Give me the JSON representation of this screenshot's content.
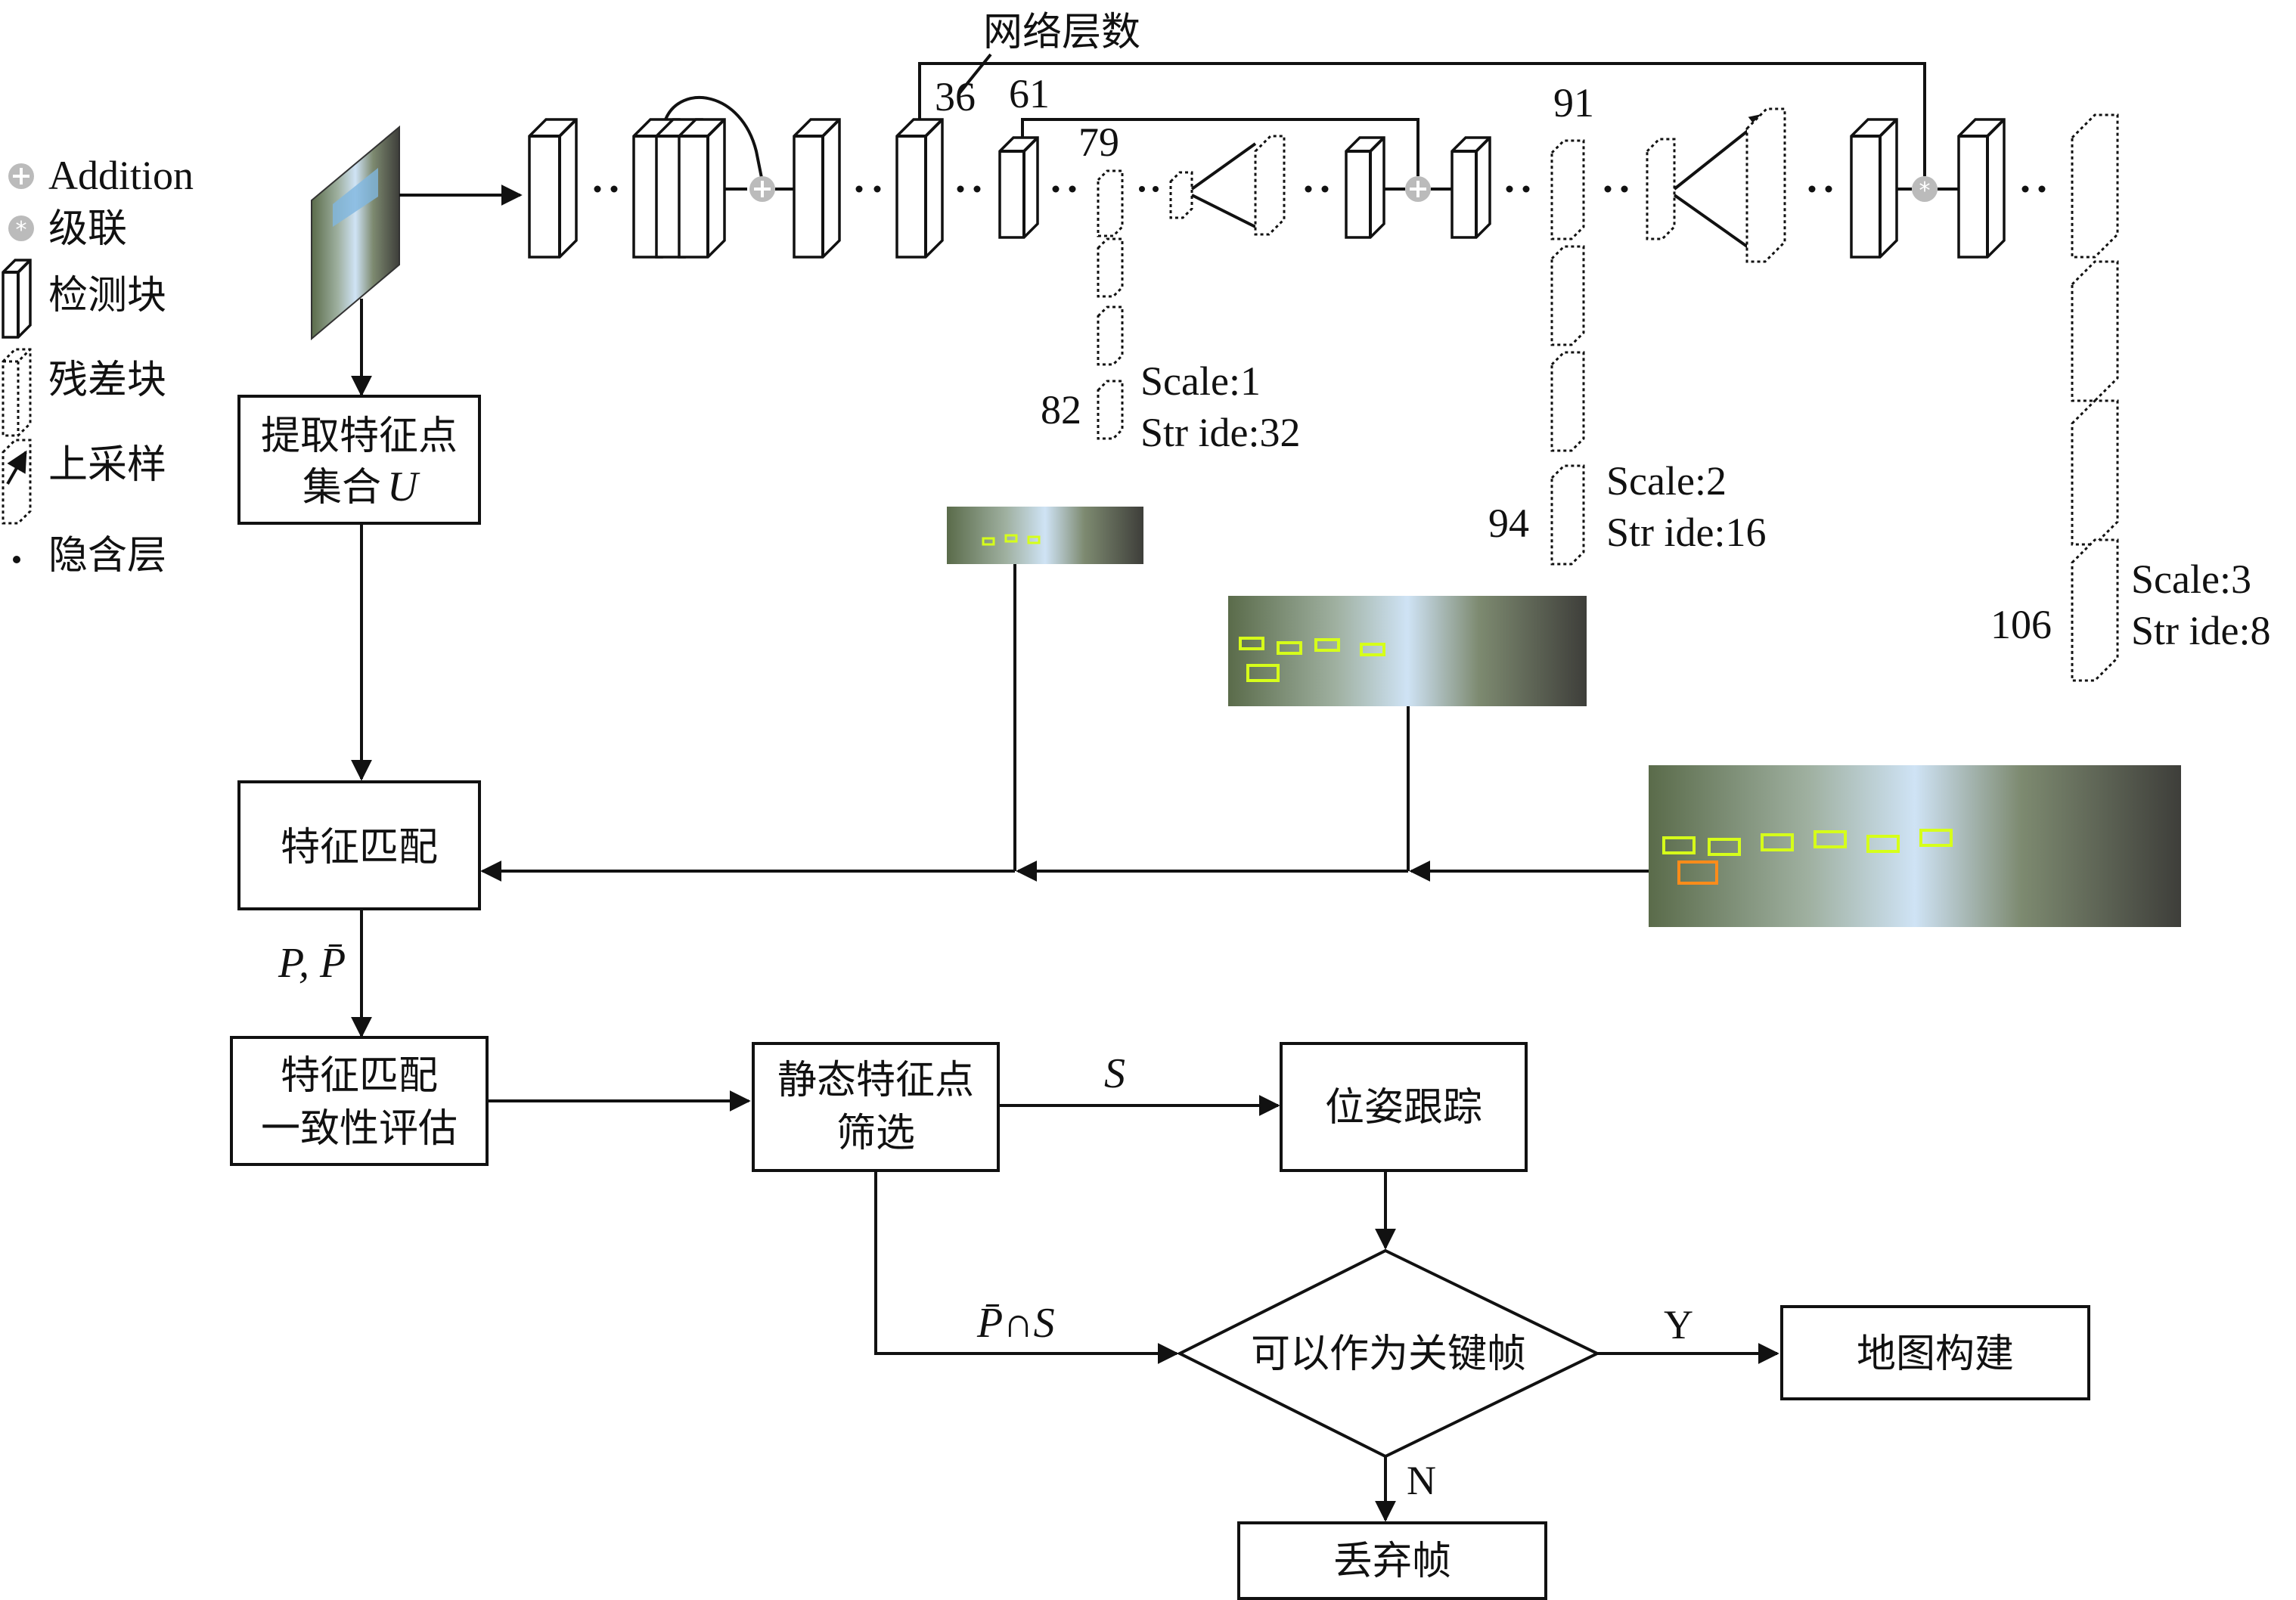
{
  "legend": {
    "addition": "Addition",
    "concat": "级联",
    "detection_block": "检测块",
    "residual_block": "残差块",
    "upsample": "上采样",
    "hidden_layer": "隐含层"
  },
  "network": {
    "layers_label": "网络层数",
    "layer_numbers": {
      "l36": "36",
      "l61": "61",
      "l79": "79",
      "l82": "82",
      "l91": "91",
      "l94": "94",
      "l106": "106"
    },
    "scales": [
      {
        "scale": "Scale:1",
        "stride": "Str  ide:32"
      },
      {
        "scale": "Scale:2",
        "stride": "Str  ide:16"
      },
      {
        "scale": "Scale:3",
        "stride": "Str  ide:8"
      }
    ]
  },
  "flow": {
    "extract": {
      "line1": "提取特征点",
      "line2": "集合",
      "var": "U"
    },
    "match": "特征匹配",
    "consistency": {
      "line1": "特征匹配",
      "line2": "一致性评估"
    },
    "static_filter": {
      "line1": "静态特征点",
      "line2": "筛选"
    },
    "pose": "位姿跟踪",
    "keyframe_q": "可以作为关键帧",
    "map": "地图构建",
    "discard": "丢弃帧",
    "labels": {
      "p_pbar": "P, P̄",
      "s": "S",
      "pbar_cap_s": "P̄∩S",
      "yes": "Y",
      "no": "N"
    }
  }
}
